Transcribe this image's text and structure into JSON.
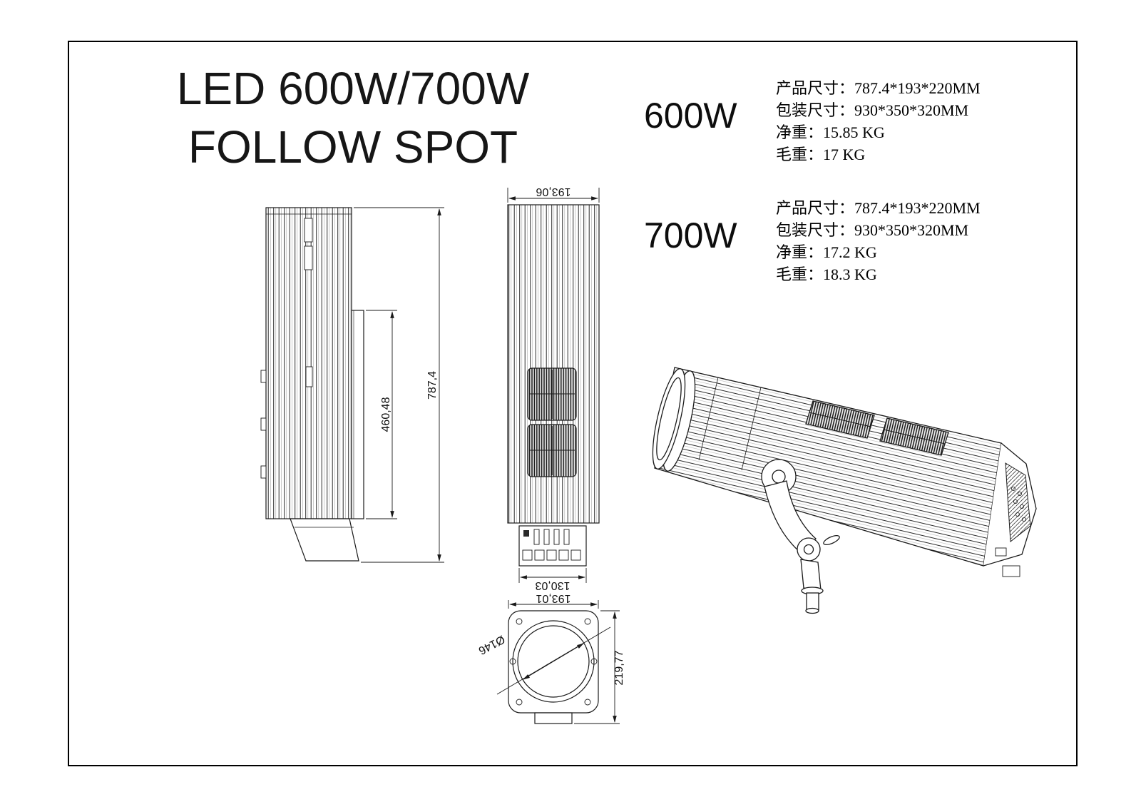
{
  "title": {
    "line1": "LED 600W/700W",
    "line2": "FOLLOW SPOT"
  },
  "specs": [
    {
      "model": "600W",
      "product_size": "产品尺寸：787.4*193*220MM",
      "package_size": "包装尺寸：930*350*320MM",
      "net_weight": "净重：15.85 KG",
      "gross_weight": "毛重：17 KG"
    },
    {
      "model": "700W",
      "product_size": "产品尺寸：787.4*193*220MM",
      "package_size": "包装尺寸：930*350*320MM",
      "net_weight": "净重：17.2 KG",
      "gross_weight": "毛重：18.3 KG"
    }
  ],
  "dimensions": {
    "side_total_length": "787,4",
    "side_lens_section": "460,48",
    "top_width": "193,06",
    "rear_panel_width": "130,03",
    "front_width": "193,01",
    "lens_diameter": "Ø146",
    "front_height": "219,77"
  }
}
